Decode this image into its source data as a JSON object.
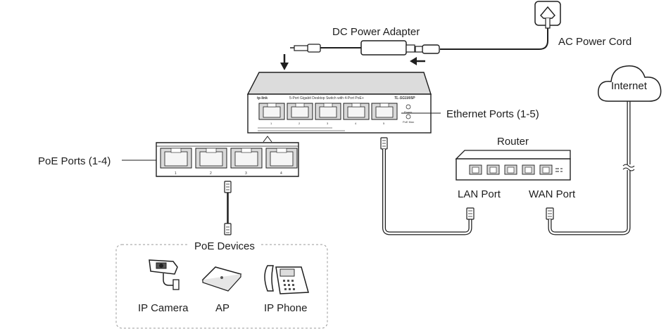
{
  "labels": {
    "dc_power_adapter": "DC Power Adapter",
    "ac_power_cord": "AC Power Cord",
    "internet": "Internet",
    "ethernet_ports": "Ethernet Ports (1-5)",
    "router": "Router",
    "poe_ports": "PoE Ports (1-4)",
    "lan_port": "LAN Port",
    "wan_port": "WAN Port",
    "poe_devices": "PoE Devices",
    "ip_camera": "IP Camera",
    "ap": "AP",
    "ip_phone": "IP Phone"
  },
  "switch": {
    "brand": "tp-link",
    "description": "5-Port Gigabit Desktop Switch with 4-Port PoE+",
    "model": "TL-SG1005P",
    "power_led": "Power",
    "poe_max_led": "PoE Max",
    "port_numbers": [
      "1",
      "2",
      "3",
      "4",
      "5"
    ]
  },
  "poe_strip": {
    "port_numbers": [
      "1",
      "2",
      "3",
      "4"
    ]
  },
  "colors": {
    "line": "#1e1e1e",
    "fill_light": "#f2f2f2",
    "fill_dark": "#d9d9d9",
    "cable": "#4d4d4d"
  }
}
